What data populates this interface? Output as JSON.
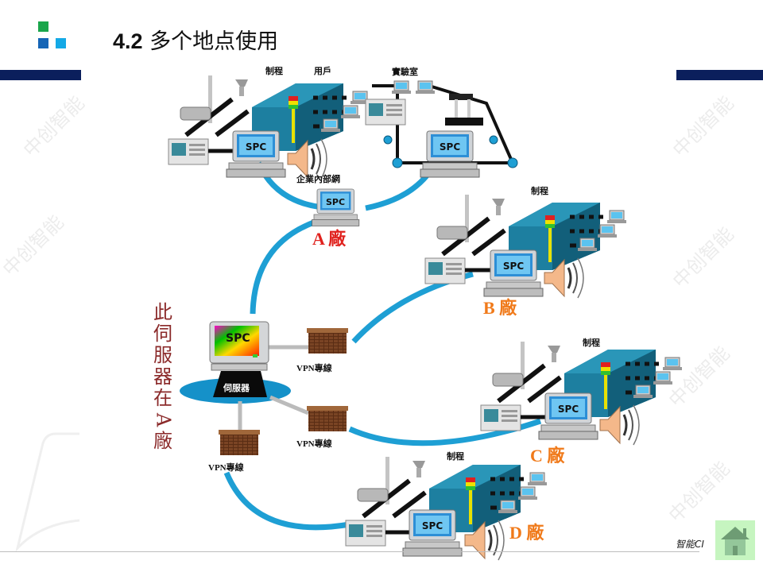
{
  "slide": {
    "title_number": "4.2",
    "title_text": "多个地点使用",
    "logo_colors": [
      "#1aa64b",
      "#1565b6",
      "#14a9e6"
    ],
    "band_color": "#0b1f5c",
    "watermark_text": "中创智能",
    "footer_text": "智能CI"
  },
  "diagram": {
    "link_color": "#1e9fd4",
    "site_a": {
      "process_label": "制程",
      "user_label": "用戶",
      "lab_label": "實驗室",
      "intranet_label": "企業內部網",
      "spc_label": "SPC",
      "plant_label": "A 廠",
      "plant_color": "#e0221e"
    },
    "site_b": {
      "process_label": "制程",
      "spc_label": "SPC",
      "plant_label": "B 廠",
      "plant_color": "#f07a1a"
    },
    "site_c": {
      "process_label": "制程",
      "spc_label": "SPC",
      "plant_label": "C 廠",
      "plant_color": "#f07a1a"
    },
    "site_d": {
      "process_label": "制程",
      "spc_label": "SPC",
      "plant_label": "D 廠",
      "plant_color": "#f07a1a"
    },
    "server": {
      "spc_label": "SPC",
      "base_label": "伺服器",
      "caption_chars": [
        "此",
        "伺",
        "服",
        "器",
        "在",
        "A",
        "廠"
      ]
    },
    "vpn": [
      {
        "label": "VPN專線"
      },
      {
        "label": "VPN專線"
      },
      {
        "label": "VPN專線"
      }
    ]
  },
  "nav": {
    "home_icon": "home-icon"
  }
}
